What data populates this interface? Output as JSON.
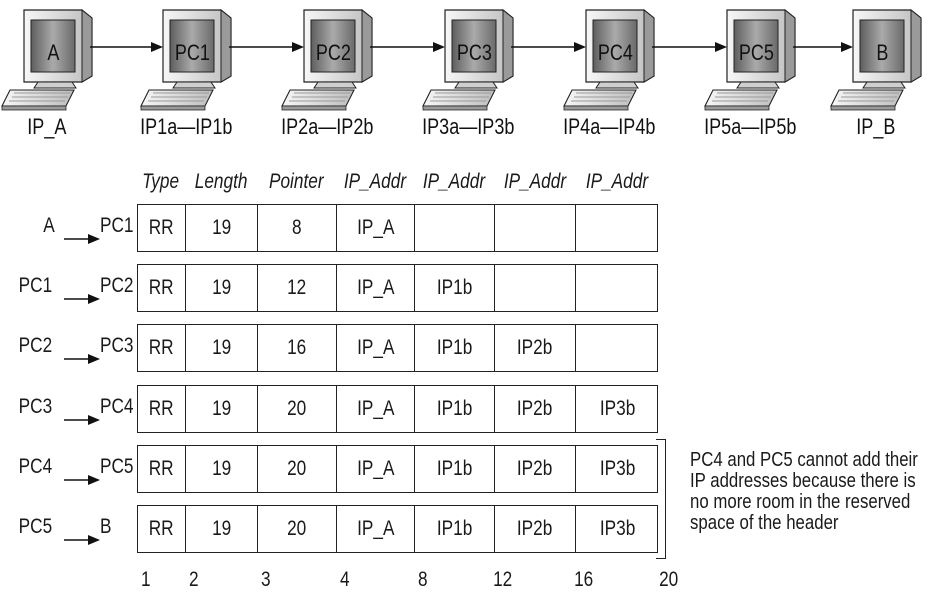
{
  "nodes": [
    {
      "screen": "A",
      "addr": "IP_A"
    },
    {
      "screen": "PC1",
      "addr": "IP1a—IP1b"
    },
    {
      "screen": "PC2",
      "addr": "IP2a—IP2b"
    },
    {
      "screen": "PC3",
      "addr": "IP3a—IP3b"
    },
    {
      "screen": "PC4",
      "addr": "IP4a—IP4b"
    },
    {
      "screen": "PC5",
      "addr": "IP5a—IP5b"
    },
    {
      "screen": "B",
      "addr": "IP_B"
    }
  ],
  "table": {
    "headers": [
      "Type",
      "Length",
      "Pointer",
      "IP_Addr",
      "IP_Addr",
      "IP_Addr",
      "IP_Addr"
    ],
    "rows": [
      {
        "from": "A",
        "to": "PC1",
        "cells": [
          "RR",
          "19",
          "8",
          "IP_A",
          "",
          "",
          ""
        ]
      },
      {
        "from": "PC1",
        "to": "PC2",
        "cells": [
          "RR",
          "19",
          "12",
          "IP_A",
          "IP1b",
          "",
          ""
        ]
      },
      {
        "from": "PC2",
        "to": "PC3",
        "cells": [
          "RR",
          "19",
          "16",
          "IP_A",
          "IP1b",
          "IP2b",
          ""
        ]
      },
      {
        "from": "PC3",
        "to": "PC4",
        "cells": [
          "RR",
          "19",
          "20",
          "IP_A",
          "IP1b",
          "IP2b",
          "IP3b"
        ]
      },
      {
        "from": "PC4",
        "to": "PC5",
        "cells": [
          "RR",
          "19",
          "20",
          "IP_A",
          "IP1b",
          "IP2b",
          "IP3b"
        ]
      },
      {
        "from": "PC5",
        "to": "B",
        "cells": [
          "RR",
          "19",
          "20",
          "IP_A",
          "IP1b",
          "IP2b",
          "IP3b"
        ]
      }
    ],
    "offsets": [
      "1",
      "2",
      "3",
      "4",
      "8",
      "12",
      "16",
      "20"
    ]
  },
  "note": {
    "lines": [
      "PC4 and PC5 cannot add their",
      "IP addresses because there is",
      "no more room in the reserved",
      "space of the header"
    ]
  },
  "colors": {
    "monitor_light": "#ededed",
    "monitor_dark": "#9a9a9a",
    "screen": "#7d7d7d",
    "stroke": "#222222"
  }
}
